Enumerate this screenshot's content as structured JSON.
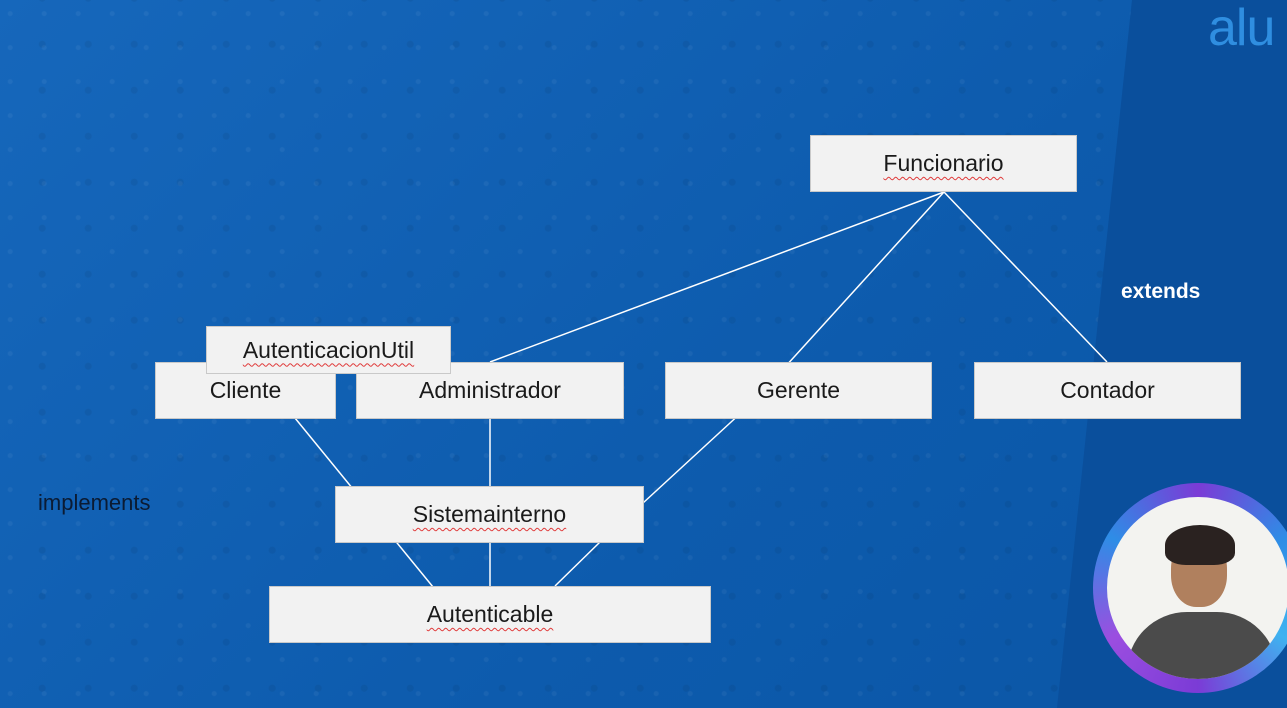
{
  "logo": "alu",
  "nodes": {
    "funcionario": "Funcionario",
    "autenticacion_util": "AutenticacionUtil",
    "cliente": "Cliente",
    "administrador": "Administrador",
    "gerente": "Gerente",
    "contador": "Contador",
    "sistema_interno": "Sistemainterno",
    "autenticable": "Autenticable"
  },
  "labels": {
    "extends": "extends",
    "implements": "implements"
  },
  "colors": {
    "background": "#0d5fb3",
    "box_fill": "#f2f2f2",
    "connector": "#ffffff",
    "extends_text": "#ffffff",
    "implements_text": "#0b1b33",
    "spellcheck_underline": "#e03a3a"
  }
}
